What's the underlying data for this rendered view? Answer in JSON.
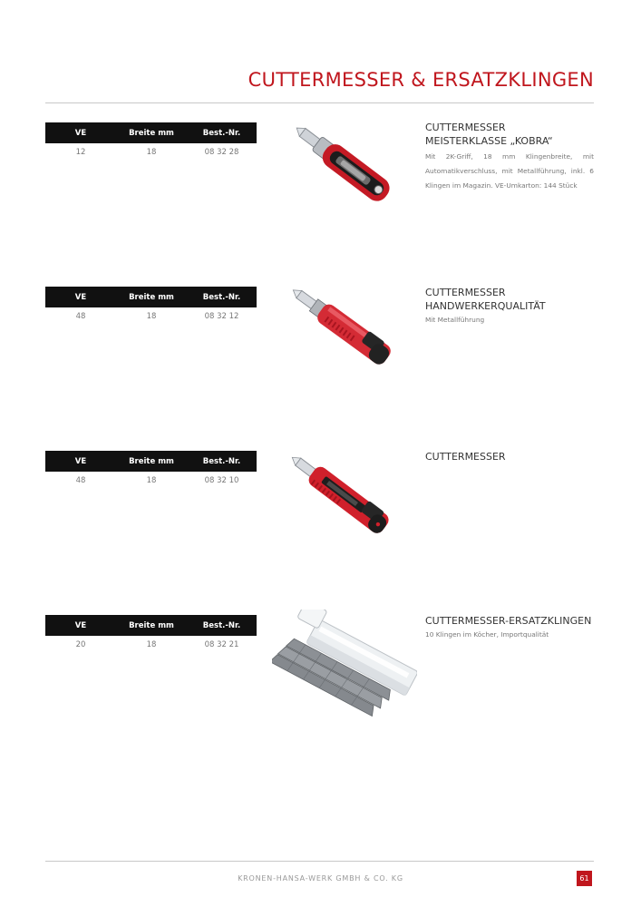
{
  "header": {
    "title": "CUTTERMESSER & ERSATZKLINGEN"
  },
  "table_headers": [
    "VE",
    "Breite mm",
    "Best.-Nr."
  ],
  "products": [
    {
      "row": [
        "12",
        "18",
        "08 32 28"
      ],
      "name_lines": [
        "CUTTERMESSER",
        "MEISTERKLASSE „KOBRA“"
      ],
      "description": "Mit 2K-Griff, 18 mm Klingenbreite, mit Automatikverschluss, mit Metallführung, inkl. 6 Klingen im Magazin. VE-Umkarton: 144 Stück"
    },
    {
      "row": [
        "48",
        "18",
        "08 32 12"
      ],
      "name_lines": [
        "CUTTERMESSER",
        "HANDWERKERQUALITÄT"
      ],
      "description": "Mit Metallführung"
    },
    {
      "row": [
        "48",
        "18",
        "08 32 10"
      ],
      "name_lines": [
        "CUTTERMESSER"
      ],
      "description": ""
    },
    {
      "row": [
        "20",
        "18",
        "08 32 21"
      ],
      "name_lines": [
        "CUTTERMESSER-ERSATZKLINGEN"
      ],
      "description": "10 Klingen im Köcher, Importqualität"
    }
  ],
  "footer": {
    "company": "KRONEN-HANSA-WERK GMBH & CO. KG",
    "page_number": "61"
  },
  "colors": {
    "accent": "#c0161d",
    "table_header_bg": "#111111"
  }
}
